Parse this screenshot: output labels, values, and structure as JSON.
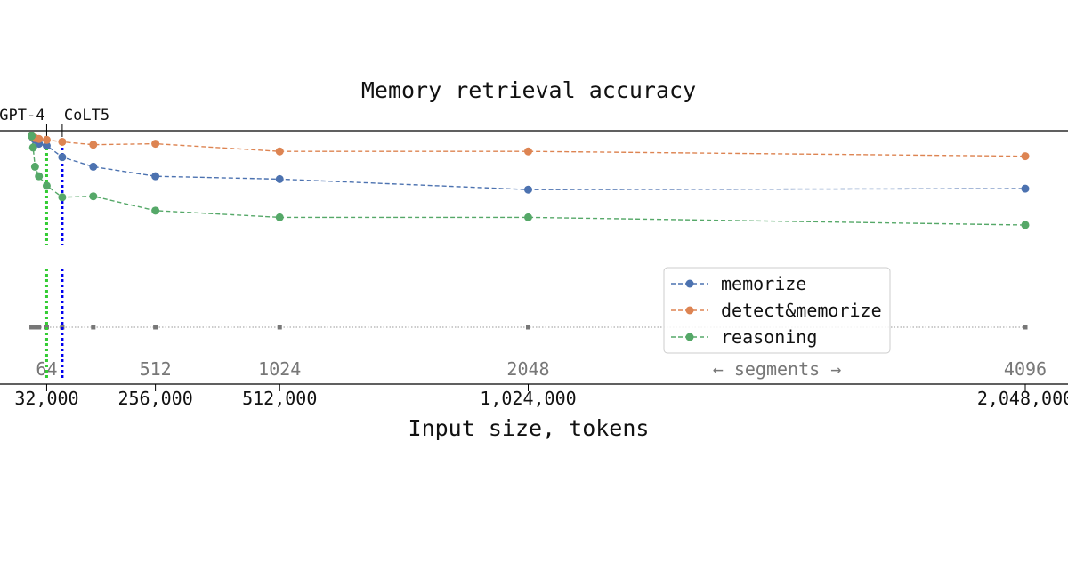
{
  "chart_data": {
    "type": "line",
    "title": "Memory retrieval accuracy",
    "xlabel": "Input size, tokens",
    "ylabel": "",
    "ylim": [
      0,
      1
    ],
    "grid": false,
    "legend_position": "lower-right",
    "x_tick_labels": [
      "32,000",
      "256,000",
      "512,000",
      "1,024,000",
      "2,048,000"
    ],
    "x_tick_values": [
      32000,
      256000,
      512000,
      1024000,
      2048000
    ],
    "segment_ticks": [
      {
        "x": 32000,
        "label": "64"
      },
      {
        "x": 256000,
        "label": "512"
      },
      {
        "x": 512000,
        "label": "1024"
      },
      {
        "x": 1024000,
        "label": "2048"
      },
      {
        "x": 2048000,
        "label": "4096"
      }
    ],
    "segments_label": "← segments →",
    "reference_lines": [
      {
        "label": "GPT-4",
        "x": 32000,
        "color": "#33cc33"
      },
      {
        "label": "CoLT5",
        "x": 64000,
        "color": "#0000ee"
      }
    ],
    "x": [
      1000,
      4000,
      8000,
      16000,
      32000,
      64000,
      128000,
      256000,
      512000,
      1024000,
      2048000
    ],
    "series": [
      {
        "name": "memorize",
        "color": "#4c72b0",
        "values": [
          1.0,
          0.99,
          0.98,
          0.96,
          0.95,
          0.89,
          0.84,
          0.79,
          0.775,
          0.72,
          0.725
        ]
      },
      {
        "name": "detect&memorize",
        "color": "#dd8452",
        "values": [
          1.0,
          0.995,
          0.99,
          0.985,
          0.98,
          0.97,
          0.955,
          0.96,
          0.92,
          0.92,
          0.895
        ]
      },
      {
        "name": "reasoning",
        "color": "#55a868",
        "values": [
          1.0,
          0.94,
          0.84,
          0.79,
          0.74,
          0.68,
          0.685,
          0.61,
          0.575,
          0.575,
          0.535
        ]
      }
    ]
  }
}
